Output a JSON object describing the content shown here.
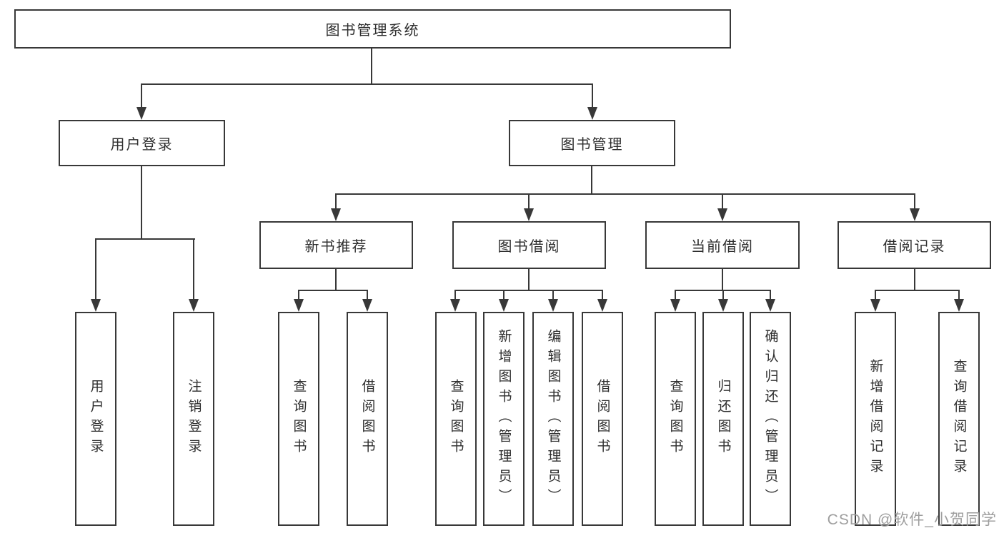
{
  "diagram": {
    "root": {
      "label": "图书管理系统"
    },
    "branches": [
      {
        "label": "用户登录",
        "children": [
          {
            "label": "用户登录"
          },
          {
            "label": "注销登录"
          }
        ]
      },
      {
        "label": "图书管理",
        "children": [
          {
            "label": "新书推荐",
            "children": [
              {
                "label": "查询图书"
              },
              {
                "label": "借阅图书"
              }
            ]
          },
          {
            "label": "图书借阅",
            "children": [
              {
                "label": "查询图书"
              },
              {
                "label": "新增图书（管理员）"
              },
              {
                "label": "编辑图书（管理员）"
              },
              {
                "label": "借阅图书"
              }
            ]
          },
          {
            "label": "当前借阅",
            "children": [
              {
                "label": "查询图书"
              },
              {
                "label": "归还图书"
              },
              {
                "label": "确认归还（管理员）"
              }
            ]
          },
          {
            "label": "借阅记录",
            "children": [
              {
                "label": "新增借阅记录"
              },
              {
                "label": "查询借阅记录"
              }
            ]
          }
        ]
      }
    ],
    "watermark": "CSDN @软件_小贺同学",
    "colors": {
      "line": "#383838",
      "text": "#2e2e2e",
      "background": "#ffffff",
      "watermark": "#9e9e9e"
    }
  }
}
